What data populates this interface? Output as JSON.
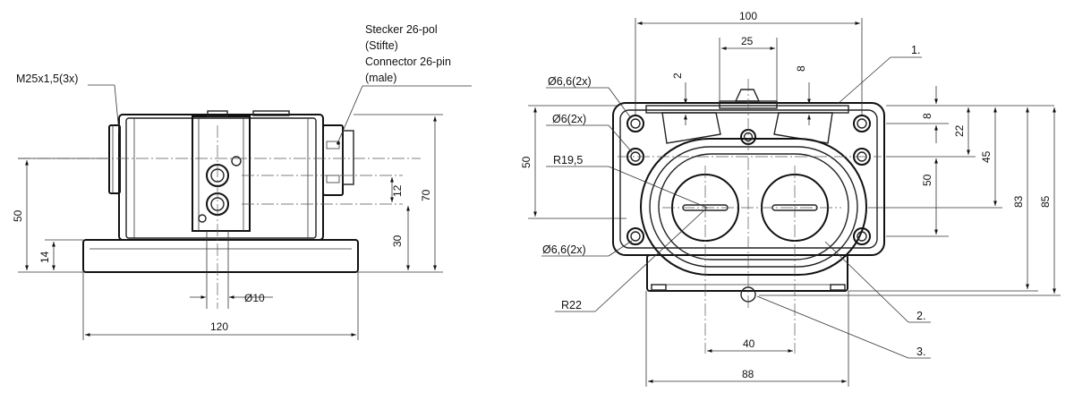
{
  "left_view": {
    "thread_label": "M25x1,5(3x)",
    "connector_label": {
      "line1": "Stecker  26-pol",
      "line2": "(Stifte)",
      "line3": "Connector 26-pin",
      "line4": "(male)"
    },
    "dims": {
      "height_50": "50",
      "height_14": "14",
      "height_12": "12",
      "height_30": "30",
      "height_70": "70",
      "diameter_10": "Ø10",
      "width_120": "120"
    }
  },
  "right_view": {
    "hole_labels": {
      "top": "Ø6,6(2x)",
      "middle": "Ø6(2x)",
      "bottom": "Ø6,6(2x)"
    },
    "radius_labels": {
      "r19": "R19,5",
      "r22": "R22"
    },
    "dims": {
      "width_100": "100",
      "width_25": "25",
      "top_2": "2",
      "top_8": "8",
      "left_50": "50",
      "right_8": "8",
      "right_22": "22",
      "right_50": "50",
      "right_45": "45",
      "right_83": "83",
      "right_85": "85",
      "bottom_40": "40",
      "bottom_88": "88"
    },
    "callouts": {
      "c1": "1.",
      "c2": "2.",
      "c3": "3."
    }
  }
}
